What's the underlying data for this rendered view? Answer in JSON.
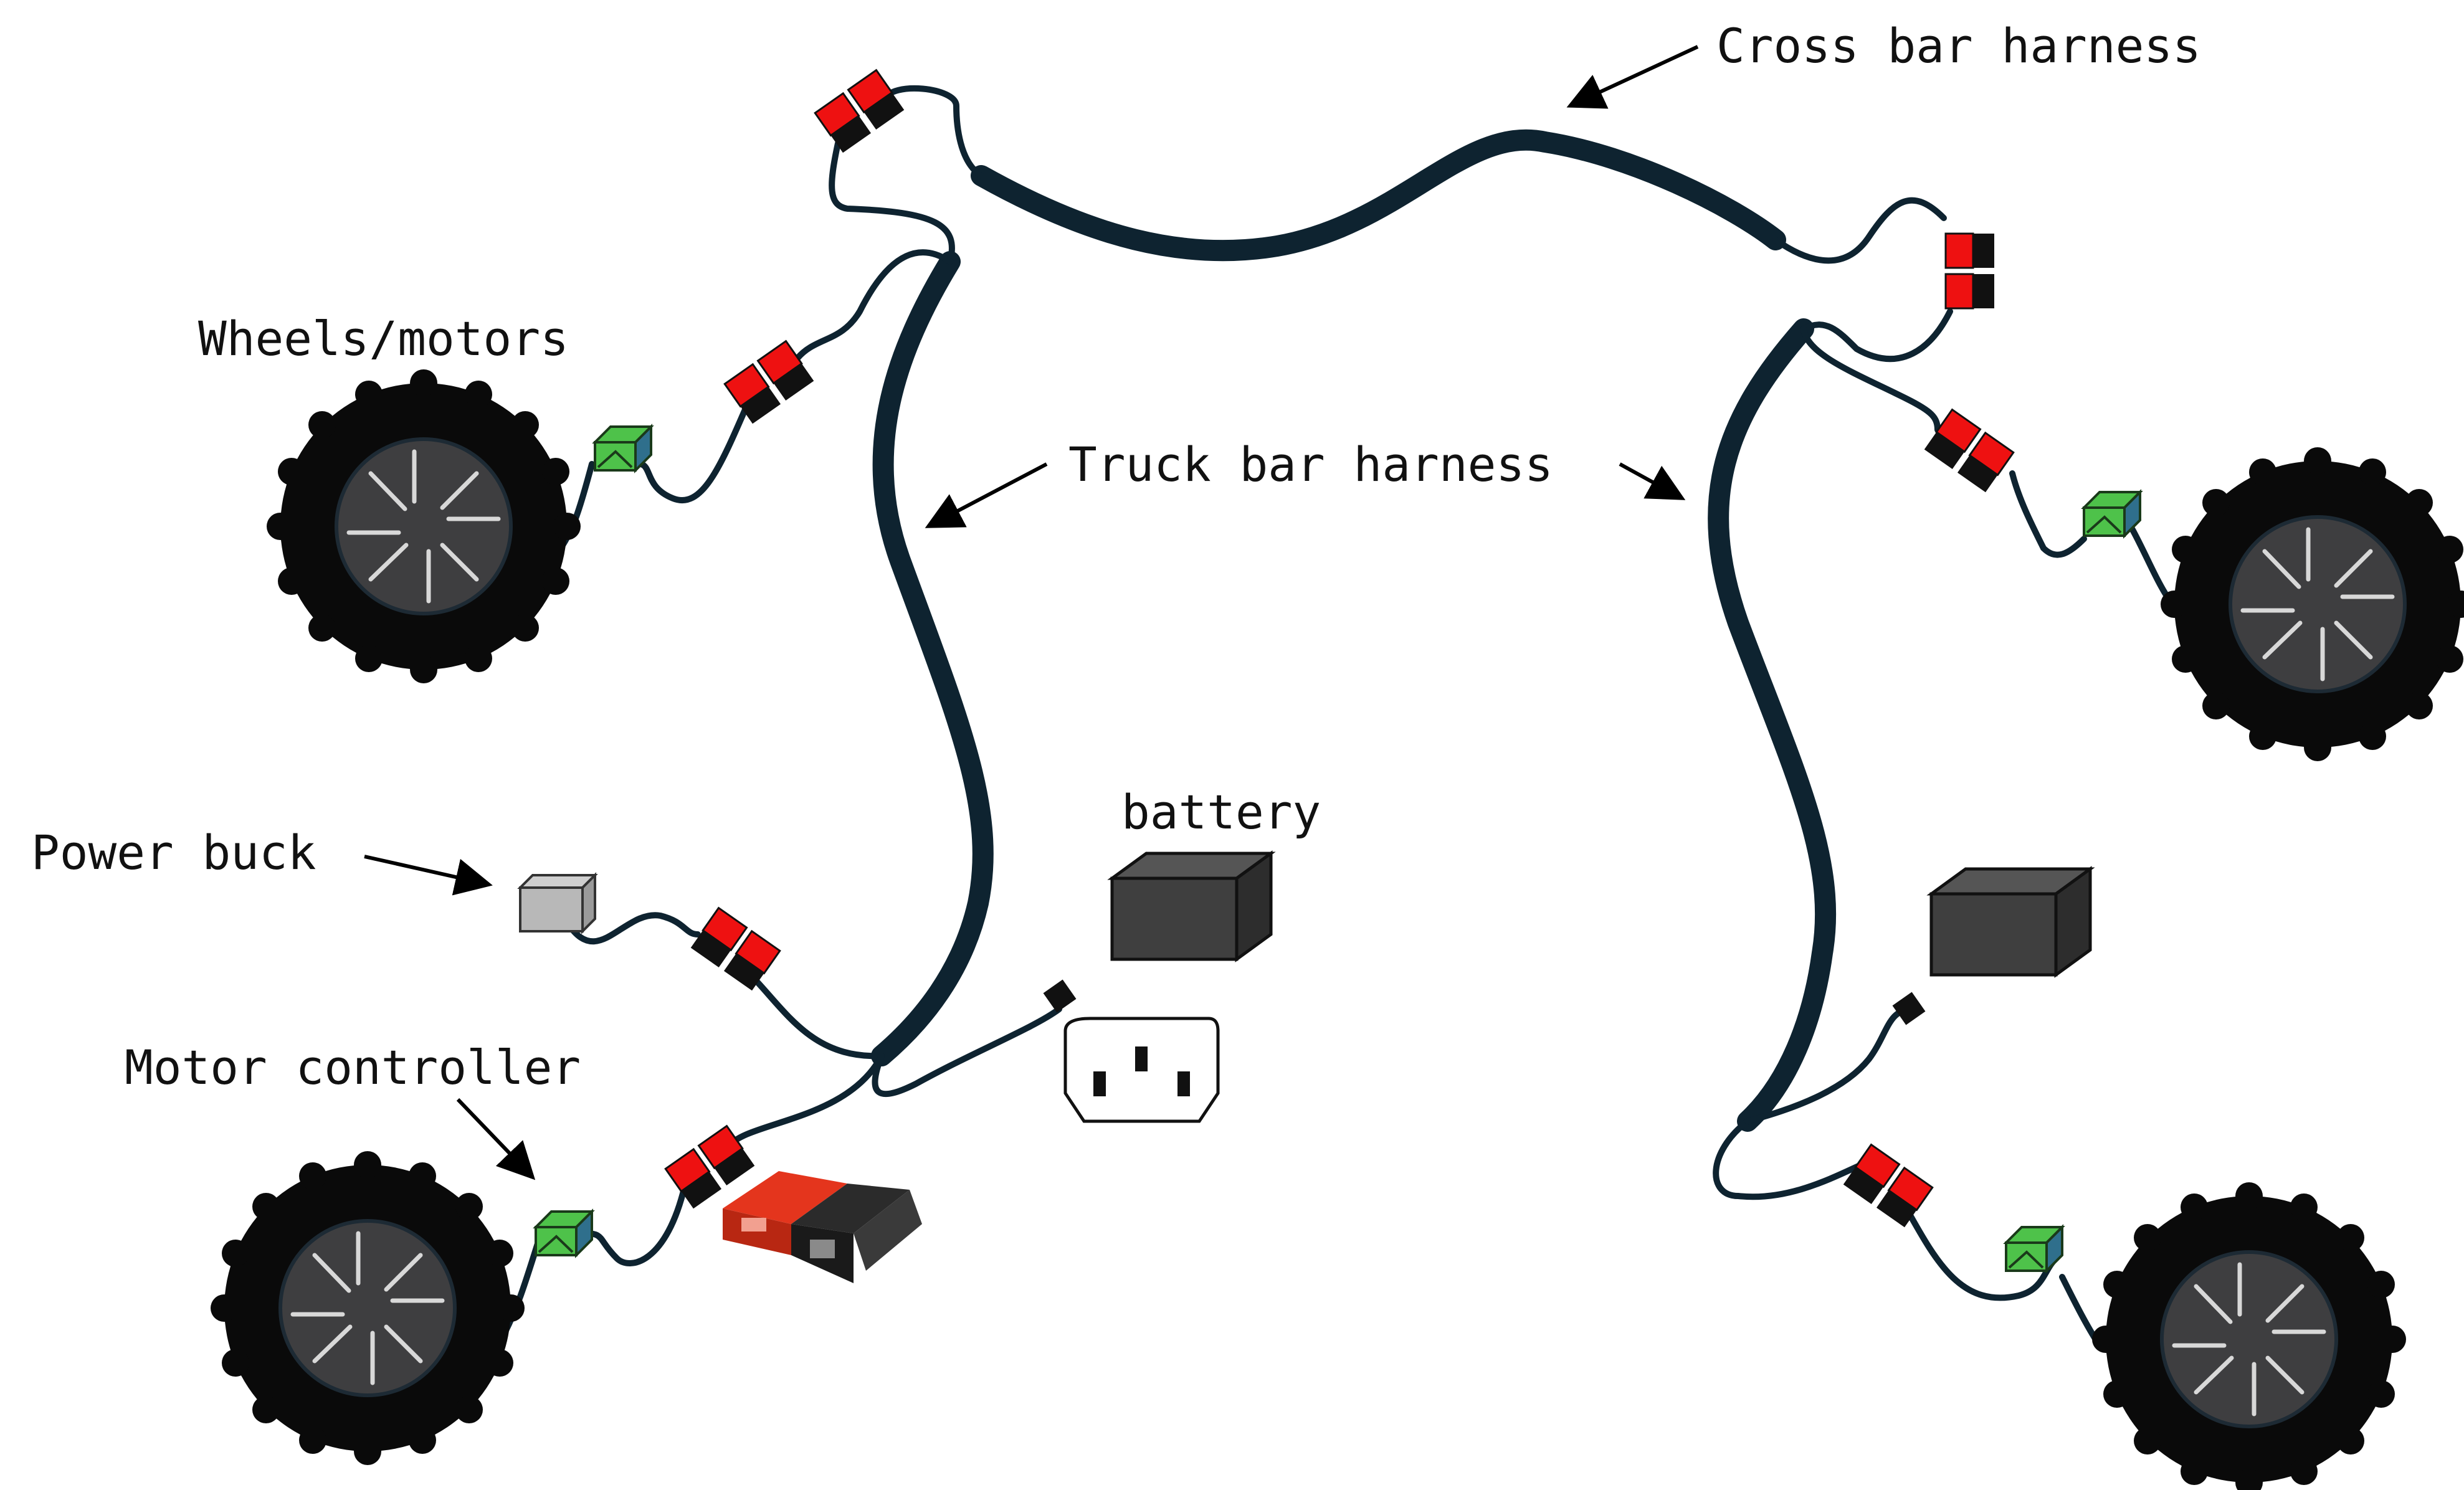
{
  "labels": {
    "cross_bar": "Cross bar harness",
    "wheels": "Wheels/motors",
    "truck_bar": "Truck bar harness",
    "battery": "battery",
    "power_buck": "Power buck",
    "motor_controller": "Motor controller"
  },
  "colors": {
    "wire": "#0e2330",
    "tire": "#0a0a0a",
    "hub": "#3e3e40",
    "connector_red": "#ee1111",
    "connector_black": "#111111",
    "controller_green": "#4ec24a",
    "controller_blue": "#2f6f8c",
    "battery_gray": "#3f3f3f",
    "buck_gray": "#b8b8b8"
  },
  "icons": [
    "tire-icon",
    "anderson-connector-icon",
    "motor-controller-icon",
    "battery-icon",
    "power-buck-icon",
    "iec-power-socket-icon",
    "anderson-plug-photo-icon"
  ]
}
